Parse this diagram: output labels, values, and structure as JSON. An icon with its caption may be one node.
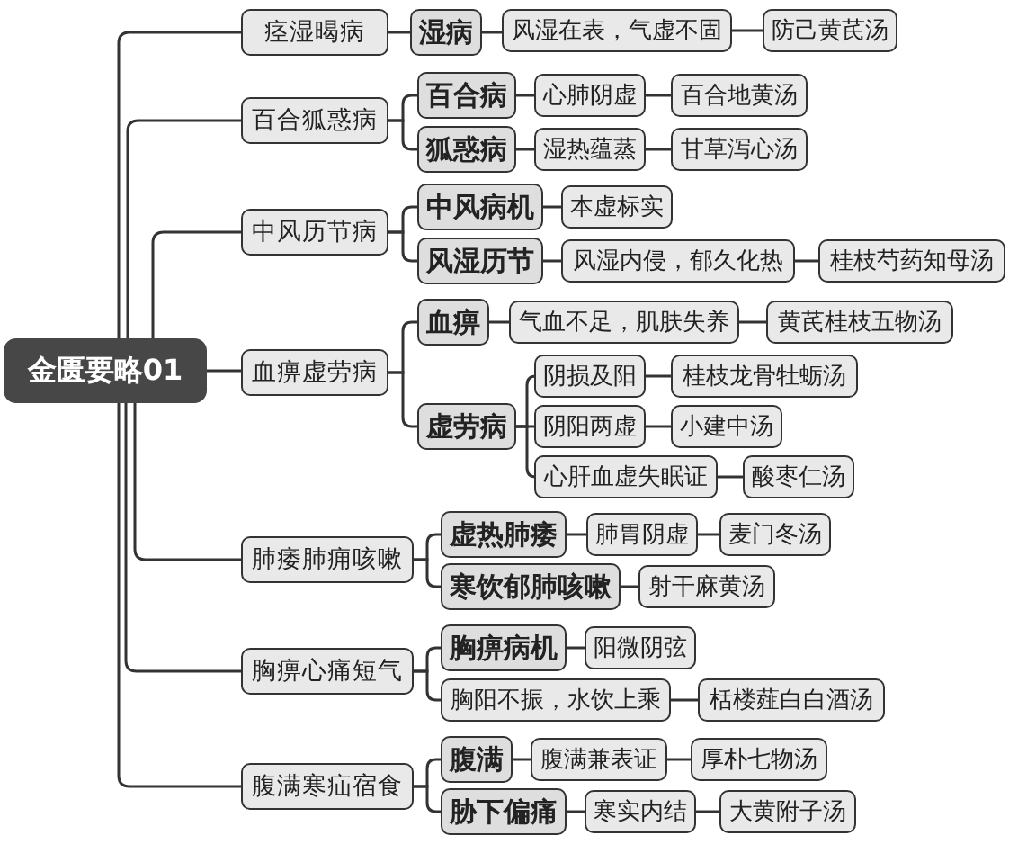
{
  "diagram": {
    "nodes": [
      {
        "text": [
          "金匮要略01"
        ]
      },
      {
        "text": [
          "痉湿暍病"
        ]
      },
      {
        "text": [
          "百合狐惑病"
        ]
      },
      {
        "text": [
          "中风历节病"
        ]
      },
      {
        "text": [
          "血痹虚劳病"
        ]
      },
      {
        "text": [
          "肺痿肺痈咳嗽"
        ]
      },
      {
        "text": [
          "胸痹心痛短气"
        ]
      },
      {
        "text": [
          "腹满寒疝宿食"
        ]
      },
      {
        "text": [
          "湿病"
        ]
      },
      {
        "text": [
          "风湿在表，气虚不固"
        ]
      },
      {
        "text": [
          "防己黄芪汤"
        ]
      },
      {
        "text": [
          "百合病"
        ]
      },
      {
        "text": [
          "心肺阴虚"
        ]
      },
      {
        "text": [
          "百合地黄汤"
        ]
      },
      {
        "text": [
          "狐惑病"
        ]
      },
      {
        "text": [
          "湿热蕴蒸"
        ]
      },
      {
        "text": [
          "甘草泻心汤"
        ]
      },
      {
        "text": [
          "中风病机"
        ]
      },
      {
        "text": [
          "本虚标实"
        ]
      },
      {
        "text": [
          "风湿历节"
        ]
      },
      {
        "text": [
          "风湿内侵，郁久化热"
        ]
      },
      {
        "text": [
          "桂枝芍药知母汤"
        ]
      },
      {
        "text": [
          "血痹"
        ]
      },
      {
        "text": [
          "气血不足，肌肤失养"
        ]
      },
      {
        "text": [
          "黄芪桂枝五物汤"
        ]
      },
      {
        "text": [
          "虚劳病"
        ]
      },
      {
        "text": [
          "阴损及阳"
        ]
      },
      {
        "text": [
          "桂枝龙骨牡蛎汤"
        ]
      },
      {
        "text": [
          "阴阳两虚"
        ]
      },
      {
        "text": [
          "小建中汤"
        ]
      },
      {
        "text": [
          "心肝血虚失眠证"
        ]
      },
      {
        "text": [
          "酸枣仁汤"
        ]
      },
      {
        "text": [
          "虚热肺痿"
        ]
      },
      {
        "text": [
          "肺胃阴虚"
        ]
      },
      {
        "text": [
          "麦门冬汤"
        ]
      },
      {
        "text": [
          "寒饮郁肺咳嗽"
        ]
      },
      {
        "text": [
          "射干麻黄汤"
        ]
      },
      {
        "text": [
          "胸痹病机"
        ]
      },
      {
        "text": [
          "阳微阴弦"
        ]
      },
      {
        "text": [
          "胸阳不振，水饮上乘"
        ]
      },
      {
        "text": [
          "栝楼薤白白酒汤"
        ]
      },
      {
        "text": [
          "腹满"
        ]
      },
      {
        "text": [
          "腹满兼表证"
        ]
      },
      {
        "text": [
          "厚朴七物汤"
        ]
      },
      {
        "text": [
          "胁下偏痛"
        ]
      },
      {
        "text": [
          "寒实内结"
        ]
      },
      {
        "text": [
          "大黄附子汤"
        ]
      }
    ],
    "edges": [
      {
        "from": 0,
        "to": 1,
        "arrow": "none"
      },
      {
        "from": 0,
        "to": 2,
        "arrow": "none"
      },
      {
        "from": 0,
        "to": 3,
        "arrow": "none"
      },
      {
        "from": 0,
        "to": 4,
        "arrow": "none"
      },
      {
        "from": 0,
        "to": 5,
        "arrow": "none"
      },
      {
        "from": 0,
        "to": 6,
        "arrow": "none"
      },
      {
        "from": 0,
        "to": 7,
        "arrow": "none"
      },
      {
        "from": 1,
        "to": 8,
        "arrow": "none"
      },
      {
        "from": 8,
        "to": 9,
        "arrow": "none"
      },
      {
        "from": 9,
        "to": 10,
        "arrow": "none"
      },
      {
        "from": 2,
        "to": 11,
        "arrow": "none"
      },
      {
        "from": 11,
        "to": 12,
        "arrow": "none"
      },
      {
        "from": 12,
        "to": 13,
        "arrow": "none"
      },
      {
        "from": 2,
        "to": 14,
        "arrow": "none"
      },
      {
        "from": 14,
        "to": 15,
        "arrow": "none"
      },
      {
        "from": 15,
        "to": 16,
        "arrow": "none"
      },
      {
        "from": 3,
        "to": 17,
        "arrow": "none"
      },
      {
        "from": 17,
        "to": 18,
        "arrow": "none"
      },
      {
        "from": 3,
        "to": 19,
        "arrow": "none"
      },
      {
        "from": 19,
        "to": 20,
        "arrow": "none"
      },
      {
        "from": 20,
        "to": 21,
        "arrow": "none"
      },
      {
        "from": 4,
        "to": 22,
        "arrow": "none"
      },
      {
        "from": 22,
        "to": 23,
        "arrow": "none"
      },
      {
        "from": 23,
        "to": 24,
        "arrow": "none"
      },
      {
        "from": 4,
        "to": 25,
        "arrow": "none"
      },
      {
        "from": 25,
        "to": 26,
        "arrow": "none"
      },
      {
        "from": 26,
        "to": 27,
        "arrow": "none"
      },
      {
        "from": 25,
        "to": 28,
        "arrow": "none"
      },
      {
        "from": 28,
        "to": 29,
        "arrow": "none"
      },
      {
        "from": 25,
        "to": 30,
        "arrow": "none"
      },
      {
        "from": 30,
        "to": 31,
        "arrow": "none"
      },
      {
        "from": 5,
        "to": 32,
        "arrow": "none"
      },
      {
        "from": 32,
        "to": 33,
        "arrow": "none"
      },
      {
        "from": 33,
        "to": 34,
        "arrow": "none"
      },
      {
        "from": 5,
        "to": 35,
        "arrow": "none"
      },
      {
        "from": 35,
        "to": 36,
        "arrow": "none"
      },
      {
        "from": 6,
        "to": 37,
        "arrow": "none"
      },
      {
        "from": 37,
        "to": 38,
        "arrow": "none"
      },
      {
        "from": 6,
        "to": 39,
        "arrow": "none"
      },
      {
        "from": 39,
        "to": 40,
        "arrow": "none"
      },
      {
        "from": 7,
        "to": 41,
        "arrow": "none"
      },
      {
        "from": 41,
        "to": 42,
        "arrow": "none"
      },
      {
        "from": 42,
        "to": 43,
        "arrow": "none"
      },
      {
        "from": 7,
        "to": 44,
        "arrow": "none"
      },
      {
        "from": 44,
        "to": 45,
        "arrow": "none"
      },
      {
        "from": 45,
        "to": 46,
        "arrow": "none"
      }
    ]
  }
}
